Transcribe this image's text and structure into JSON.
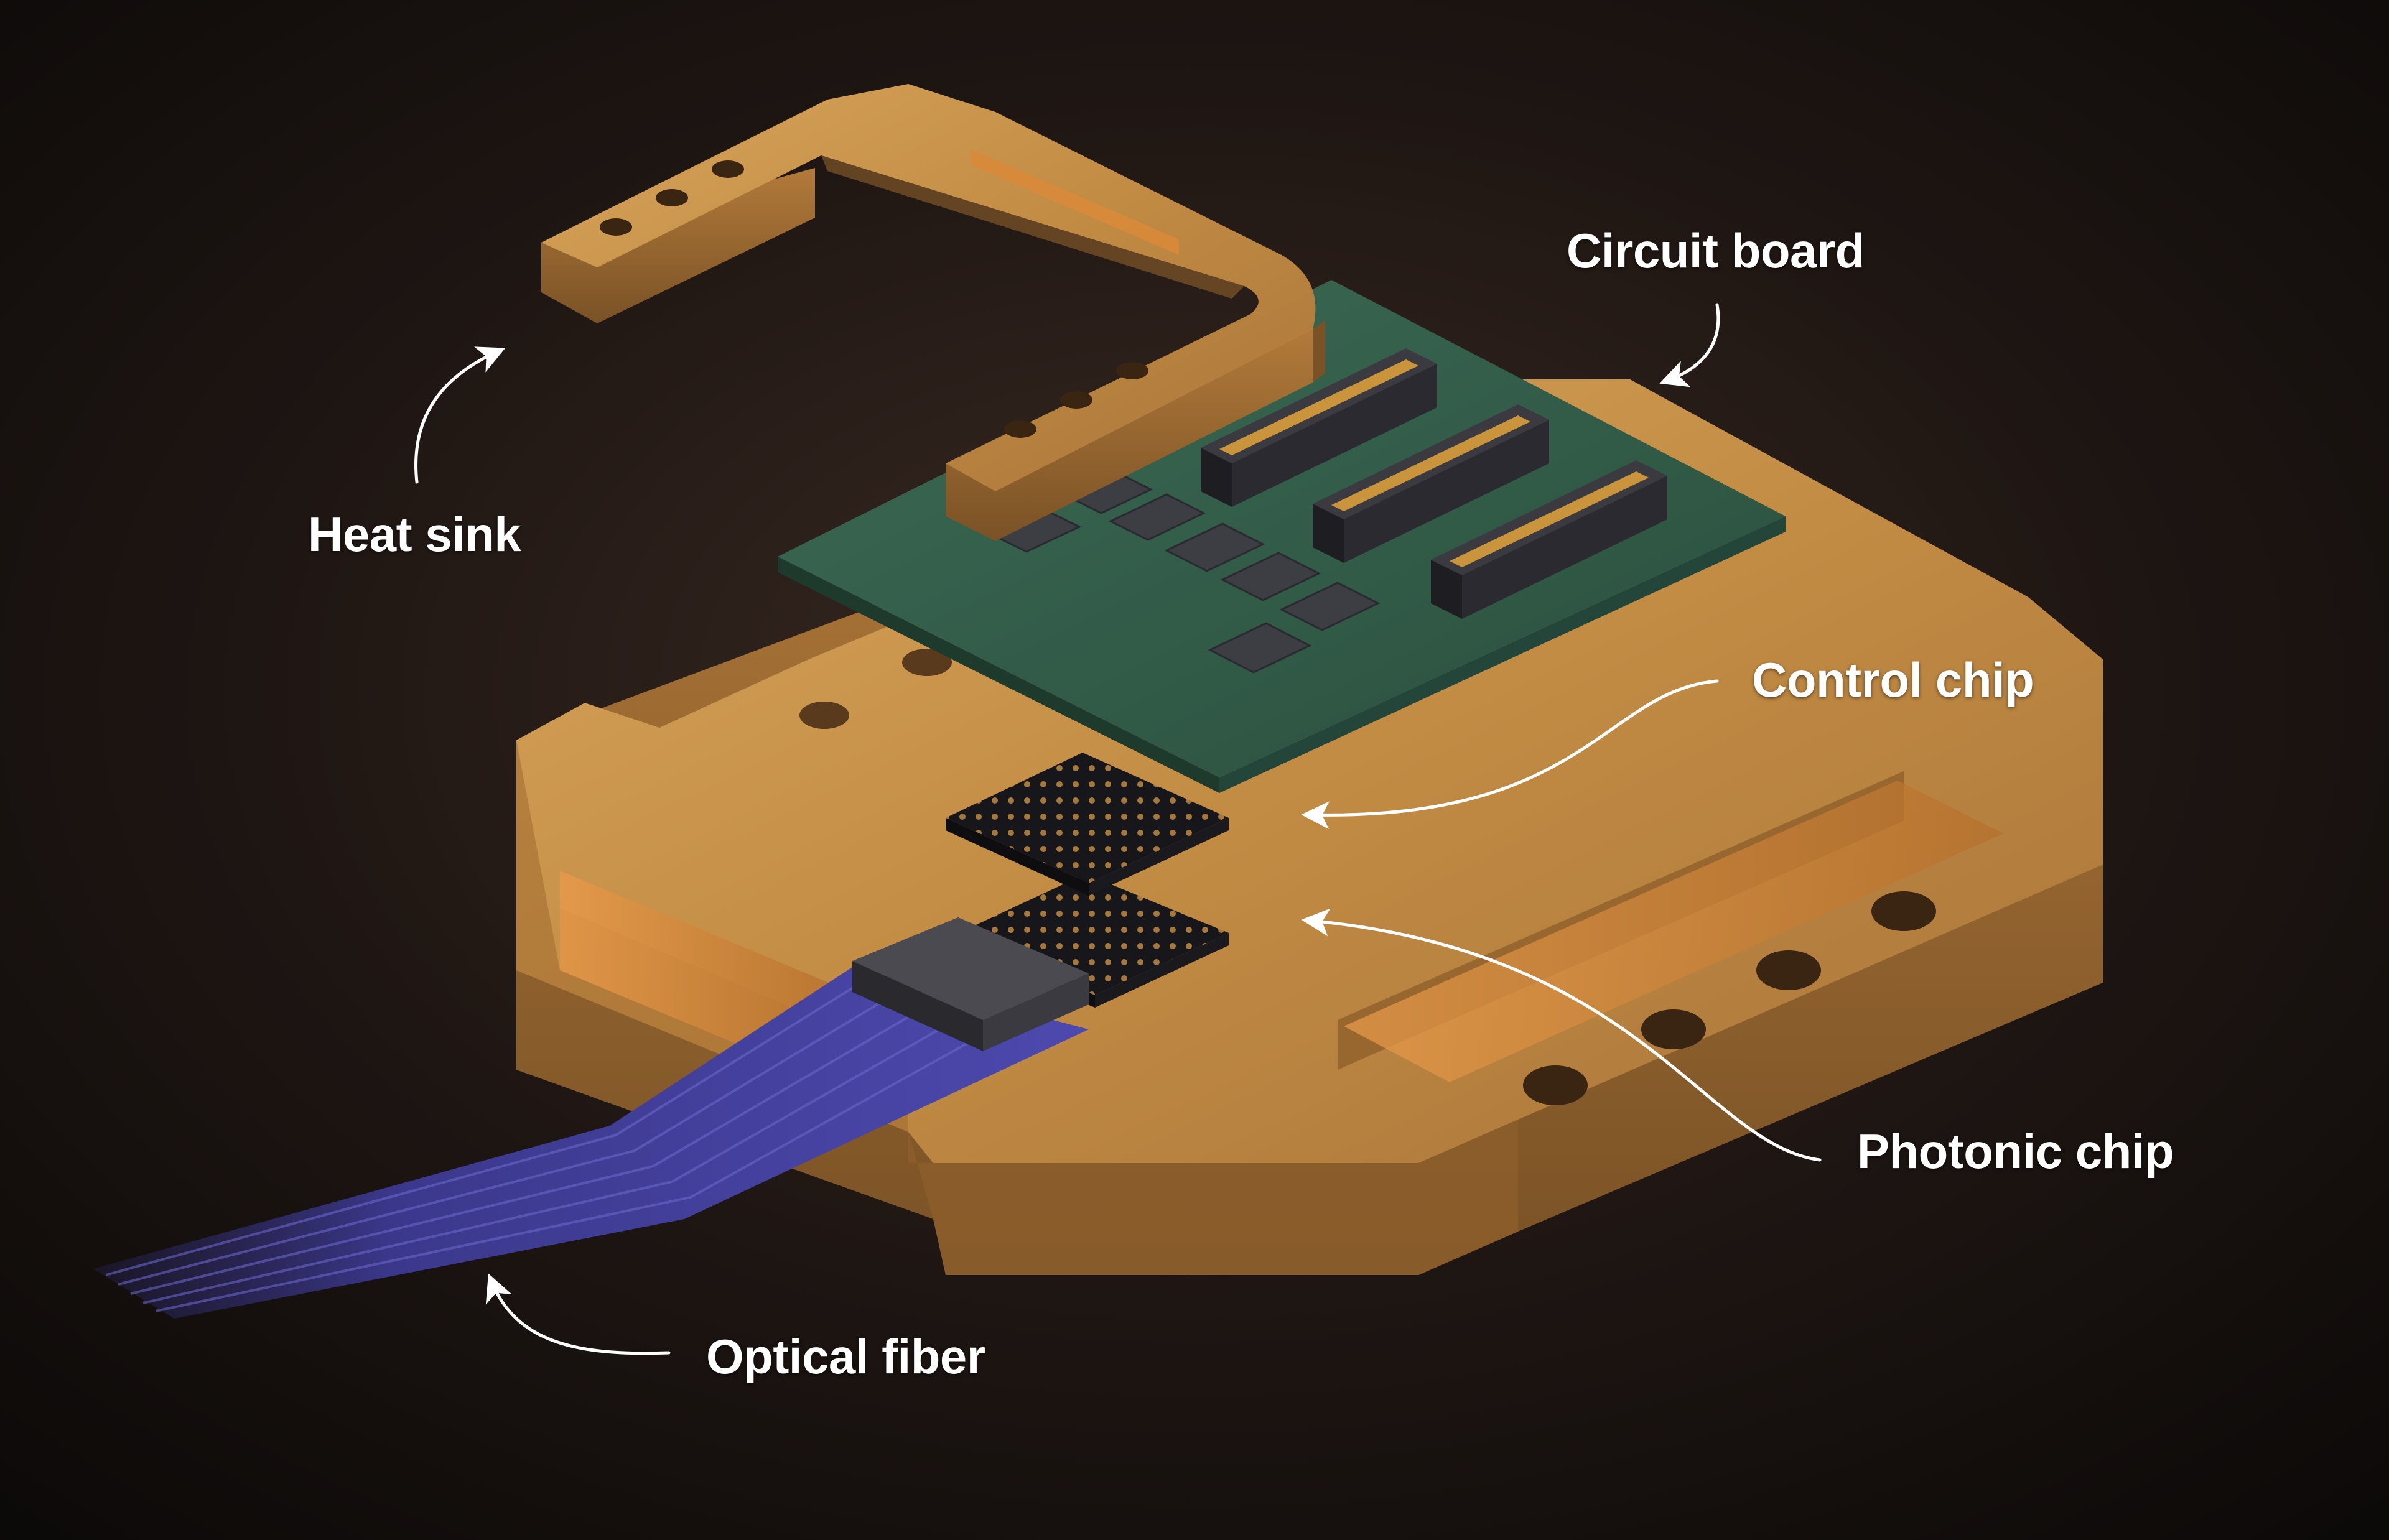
{
  "labels": {
    "heat_sink": "Heat sink",
    "circuit_board": "Circuit board",
    "control_chip": "Control chip",
    "photonic_chip": "Photonic chip",
    "optical_fiber": "Optical fiber"
  },
  "colors": {
    "background": "#120d0b",
    "copper": "#c59148",
    "copper_dark": "#8a5d2a",
    "pcb_green": "#2f5a45",
    "chip_black": "#1c1b1d",
    "fiber_blue": "#4a46a6",
    "label_text": "#ffffff"
  }
}
